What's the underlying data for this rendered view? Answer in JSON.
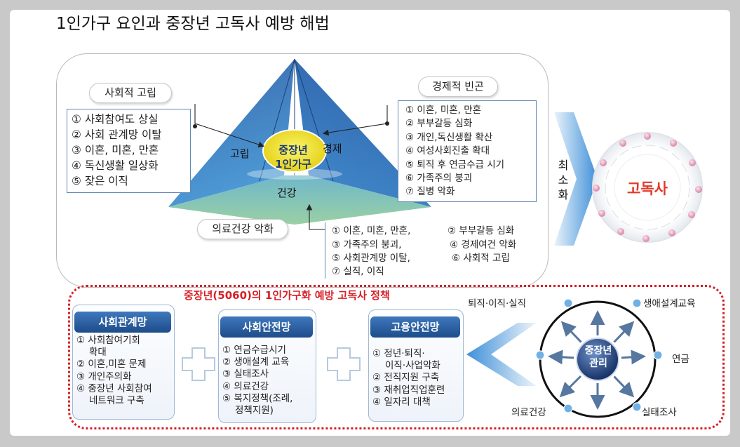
{
  "title": "1인가구 요인과 중장년 고독사 예방 해법",
  "triangle": {
    "center_line1": "중장년",
    "center_line2": "1인가구",
    "left_label": "고립",
    "right_label": "경제",
    "bottom_label": "건강"
  },
  "social_isolation": {
    "label": "사회적 고립",
    "items": [
      "① 사회참여도 상실",
      "② 사회 관계망 이탈",
      "③ 이혼, 미혼, 만혼",
      "④ 독신생활 일상화",
      "⑤ 잦은 이직"
    ]
  },
  "economic_poverty": {
    "label": "경제적 빈곤",
    "items": [
      "① 이혼, 미혼, 만혼",
      "② 부부갈등 심화",
      "③ 개인,독신생활 확산",
      "④ 여성사회진출 확대",
      "⑤ 퇴직 후 연금수급 시기",
      "⑥ 가족주의 붕괴",
      "⑦ 질병 악화"
    ]
  },
  "health": {
    "label": "의료건강 악화",
    "items_left": [
      "① 이혼, 미혼, 만혼,",
      "③ 가족주의 붕괴,",
      "⑤ 사회관계망 이탈,",
      "⑦ 실직, 이직"
    ],
    "items_right": [
      "② 부부갈등 심화",
      "④ 경제여건 악화",
      "⑥ 사회적 고립"
    ]
  },
  "minimize": {
    "chars": [
      "최",
      "소",
      "화"
    ]
  },
  "outcome": "고독사",
  "policy": {
    "title": "중장년(5060)의 1인가구화 예방 고독사 정책",
    "network": {
      "label": "사회관계망",
      "lines": [
        "① 사회참여기회",
        "확대",
        "② 이혼,미혼 문제",
        "③ 개인주의화",
        "④ 중장년 사회참여",
        "네트워크 구축"
      ]
    },
    "safety": {
      "label": "사회안전망",
      "lines": [
        "① 연금수급시기",
        "② 생애설계 교육",
        "③ 실태조사",
        "④ 의료건강",
        "⑤ 복지정책(조례,",
        "정책지원)"
      ]
    },
    "employment": {
      "label": "고용안전망",
      "lines": [
        "① 정년·퇴직·",
        "이직·사업악화",
        "② 전직지원 구축",
        "③ 재취업직업훈련",
        "④ 일자리 대책"
      ]
    },
    "management": {
      "center_line1": "중장년",
      "center_line2": "관리",
      "nodes": [
        "퇴직·이직·실직",
        "생애설계교육",
        "연금",
        "실태조사",
        "의료건강"
      ]
    }
  },
  "colors": {
    "triangle_top": "#3a6fb7",
    "triangle_bottom": "#8ec5a3",
    "center_circle": "#f2e21c",
    "policy_border": "#d61f26",
    "accent_blue": "#1d4c8a",
    "outcome_text": "#e23a2a"
  }
}
